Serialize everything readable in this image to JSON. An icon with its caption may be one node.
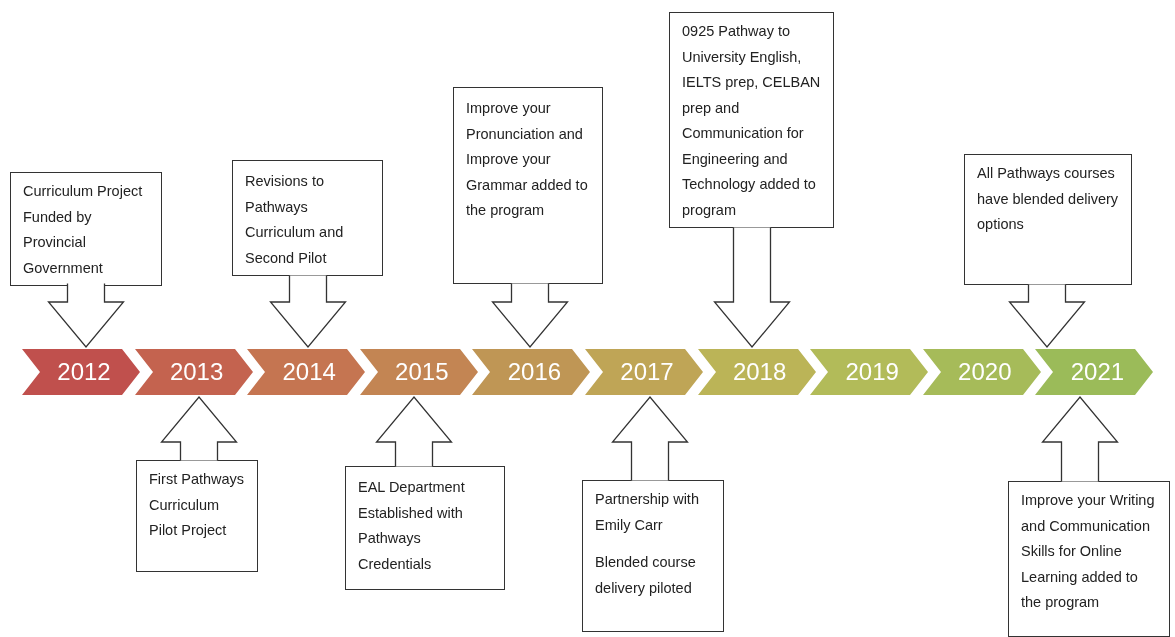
{
  "diagram": {
    "nodes": [
      {
        "text": [
          "Curriculum Project Funded by Provincial Government"
        ]
      },
      {
        "text": [
          "Revisions to Pathways Curriculum and Second Pilot"
        ]
      },
      {
        "text": [
          "Improve your Pronunciation and Improve your Grammar added to the program"
        ]
      },
      {
        "text": [
          "0925 Pathway to University English, IELTS prep, CELBAN prep and Communication for Engineering and Technology added to program"
        ]
      },
      {
        "text": [
          "All Pathways courses have blended delivery options"
        ]
      },
      {
        "text": [
          "2012"
        ]
      },
      {
        "text": [
          "2013"
        ]
      },
      {
        "text": [
          "2014"
        ]
      },
      {
        "text": [
          "2015"
        ]
      },
      {
        "text": [
          "2016"
        ]
      },
      {
        "text": [
          "2017"
        ]
      },
      {
        "text": [
          "2018"
        ]
      },
      {
        "text": [
          "2019"
        ]
      },
      {
        "text": [
          "2020"
        ]
      },
      {
        "text": [
          "2021"
        ]
      },
      {
        "text": [
          "First Pathways Curriculum Pilot Project"
        ]
      },
      {
        "text": [
          "EAL Department Established with Pathways Credentials"
        ]
      },
      {
        "text": [
          "Partnership with Emily Carr",
          "Blended course delivery piloted"
        ]
      },
      {
        "text": [
          "Improve your Writing and Communication Skills for Online Learning added to the program"
        ]
      }
    ],
    "edges": [
      {
        "from": 0,
        "to": 5,
        "arrow": "to"
      },
      {
        "from": 1,
        "to": 7,
        "arrow": "to"
      },
      {
        "from": 2,
        "to": 9,
        "arrow": "to"
      },
      {
        "from": 3,
        "to": 11,
        "arrow": "to"
      },
      {
        "from": 4,
        "to": 14,
        "arrow": "to"
      },
      {
        "from": 15,
        "to": 6,
        "arrow": "to"
      },
      {
        "from": 16,
        "to": 8,
        "arrow": "to"
      },
      {
        "from": 17,
        "to": 10,
        "arrow": "to"
      },
      {
        "from": 18,
        "to": 14,
        "arrow": "to"
      }
    ]
  }
}
